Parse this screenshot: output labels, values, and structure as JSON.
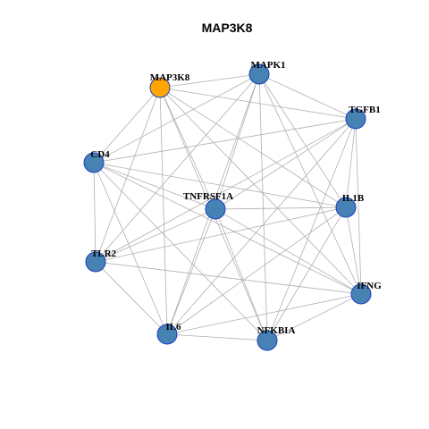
{
  "title": "MAP3K8",
  "colors": {
    "focus_node": "#FFA500",
    "node": "#4682B4",
    "node_border": "#1f3fbf",
    "edge": "#b0b0b0"
  },
  "nodes": [
    {
      "id": "MAP3K8",
      "focus": true
    },
    {
      "id": "MAPK1",
      "focus": false
    },
    {
      "id": "TGFB1",
      "focus": false
    },
    {
      "id": "CD4",
      "focus": false
    },
    {
      "id": "TNFRSF1A",
      "focus": false
    },
    {
      "id": "IL1B",
      "focus": false
    },
    {
      "id": "TLR2",
      "focus": false
    },
    {
      "id": "IFNG",
      "focus": false
    },
    {
      "id": "IL6",
      "focus": false
    },
    {
      "id": "NFKBIA",
      "focus": false
    }
  ],
  "edges": [
    [
      "MAP3K8",
      "MAPK1"
    ],
    [
      "MAP3K8",
      "TGFB1"
    ],
    [
      "MAP3K8",
      "CD4"
    ],
    [
      "MAP3K8",
      "TNFRSF1A"
    ],
    [
      "MAP3K8",
      "IL1B"
    ],
    [
      "MAP3K8",
      "TLR2"
    ],
    [
      "MAP3K8",
      "IFNG"
    ],
    [
      "MAP3K8",
      "IL6"
    ],
    [
      "MAP3K8",
      "NFKBIA"
    ],
    [
      "MAPK1",
      "TGFB1"
    ],
    [
      "MAPK1",
      "CD4"
    ],
    [
      "MAPK1",
      "TNFRSF1A"
    ],
    [
      "MAPK1",
      "IL1B"
    ],
    [
      "MAPK1",
      "TLR2"
    ],
    [
      "MAPK1",
      "IFNG"
    ],
    [
      "MAPK1",
      "IL6"
    ],
    [
      "MAPK1",
      "NFKBIA"
    ],
    [
      "TGFB1",
      "CD4"
    ],
    [
      "TGFB1",
      "TNFRSF1A"
    ],
    [
      "TGFB1",
      "IL1B"
    ],
    [
      "TGFB1",
      "TLR2"
    ],
    [
      "TGFB1",
      "IFNG"
    ],
    [
      "TGFB1",
      "IL6"
    ],
    [
      "TGFB1",
      "NFKBIA"
    ],
    [
      "CD4",
      "TNFRSF1A"
    ],
    [
      "CD4",
      "IL1B"
    ],
    [
      "CD4",
      "TLR2"
    ],
    [
      "CD4",
      "IFNG"
    ],
    [
      "CD4",
      "IL6"
    ],
    [
      "CD4",
      "NFKBIA"
    ],
    [
      "TNFRSF1A",
      "IL1B"
    ],
    [
      "TNFRSF1A",
      "TLR2"
    ],
    [
      "TNFRSF1A",
      "IFNG"
    ],
    [
      "TNFRSF1A",
      "IL6"
    ],
    [
      "TNFRSF1A",
      "NFKBIA"
    ],
    [
      "IL1B",
      "TLR2"
    ],
    [
      "IL1B",
      "IFNG"
    ],
    [
      "IL1B",
      "IL6"
    ],
    [
      "IL1B",
      "NFKBIA"
    ],
    [
      "TLR2",
      "IFNG"
    ],
    [
      "TLR2",
      "IL6"
    ],
    [
      "IFNG",
      "IL6"
    ],
    [
      "IFNG",
      "NFKBIA"
    ],
    [
      "IL6",
      "NFKBIA"
    ]
  ]
}
